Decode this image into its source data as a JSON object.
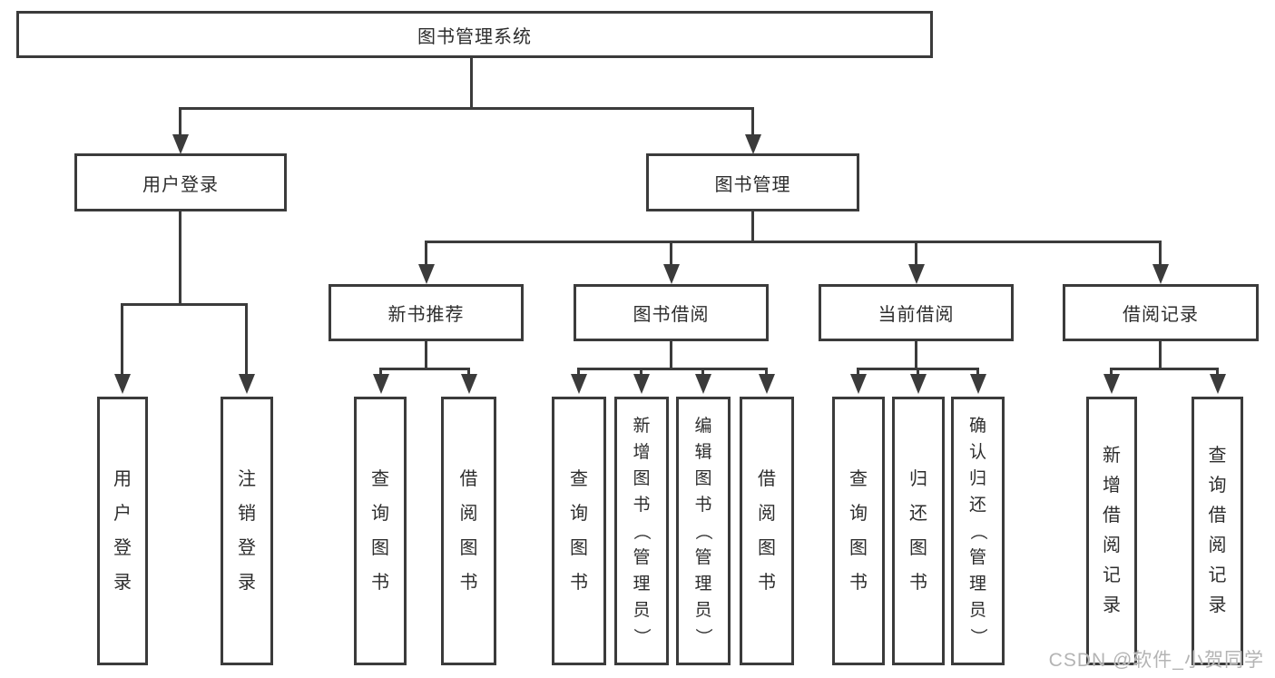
{
  "colors": {
    "line": "#3b3b3b",
    "text": "#2d2d2d",
    "background": "#ffffff",
    "watermark": "#b4b4b4"
  },
  "watermark": "CSDN @软件_小贺同学",
  "tree": {
    "label": "图书管理系统",
    "children": [
      {
        "label": "用户登录",
        "children": [
          {
            "label": "用户登录"
          },
          {
            "label": "注销登录"
          }
        ]
      },
      {
        "label": "图书管理",
        "children": [
          {
            "label": "新书推荐",
            "children": [
              {
                "label": "查询图书"
              },
              {
                "label": "借阅图书"
              }
            ]
          },
          {
            "label": "图书借阅",
            "children": [
              {
                "label": "查询图书"
              },
              {
                "label": "新增图书（管理员）"
              },
              {
                "label": "编辑图书（管理员）"
              },
              {
                "label": "借阅图书"
              }
            ]
          },
          {
            "label": "当前借阅",
            "children": [
              {
                "label": "查询图书"
              },
              {
                "label": "归还图书"
              },
              {
                "label": "确认归还（管理员）"
              }
            ]
          },
          {
            "label": "借阅记录",
            "children": [
              {
                "label": "新增借阅记录"
              },
              {
                "label": "查询借阅记录"
              }
            ]
          }
        ]
      }
    ]
  }
}
